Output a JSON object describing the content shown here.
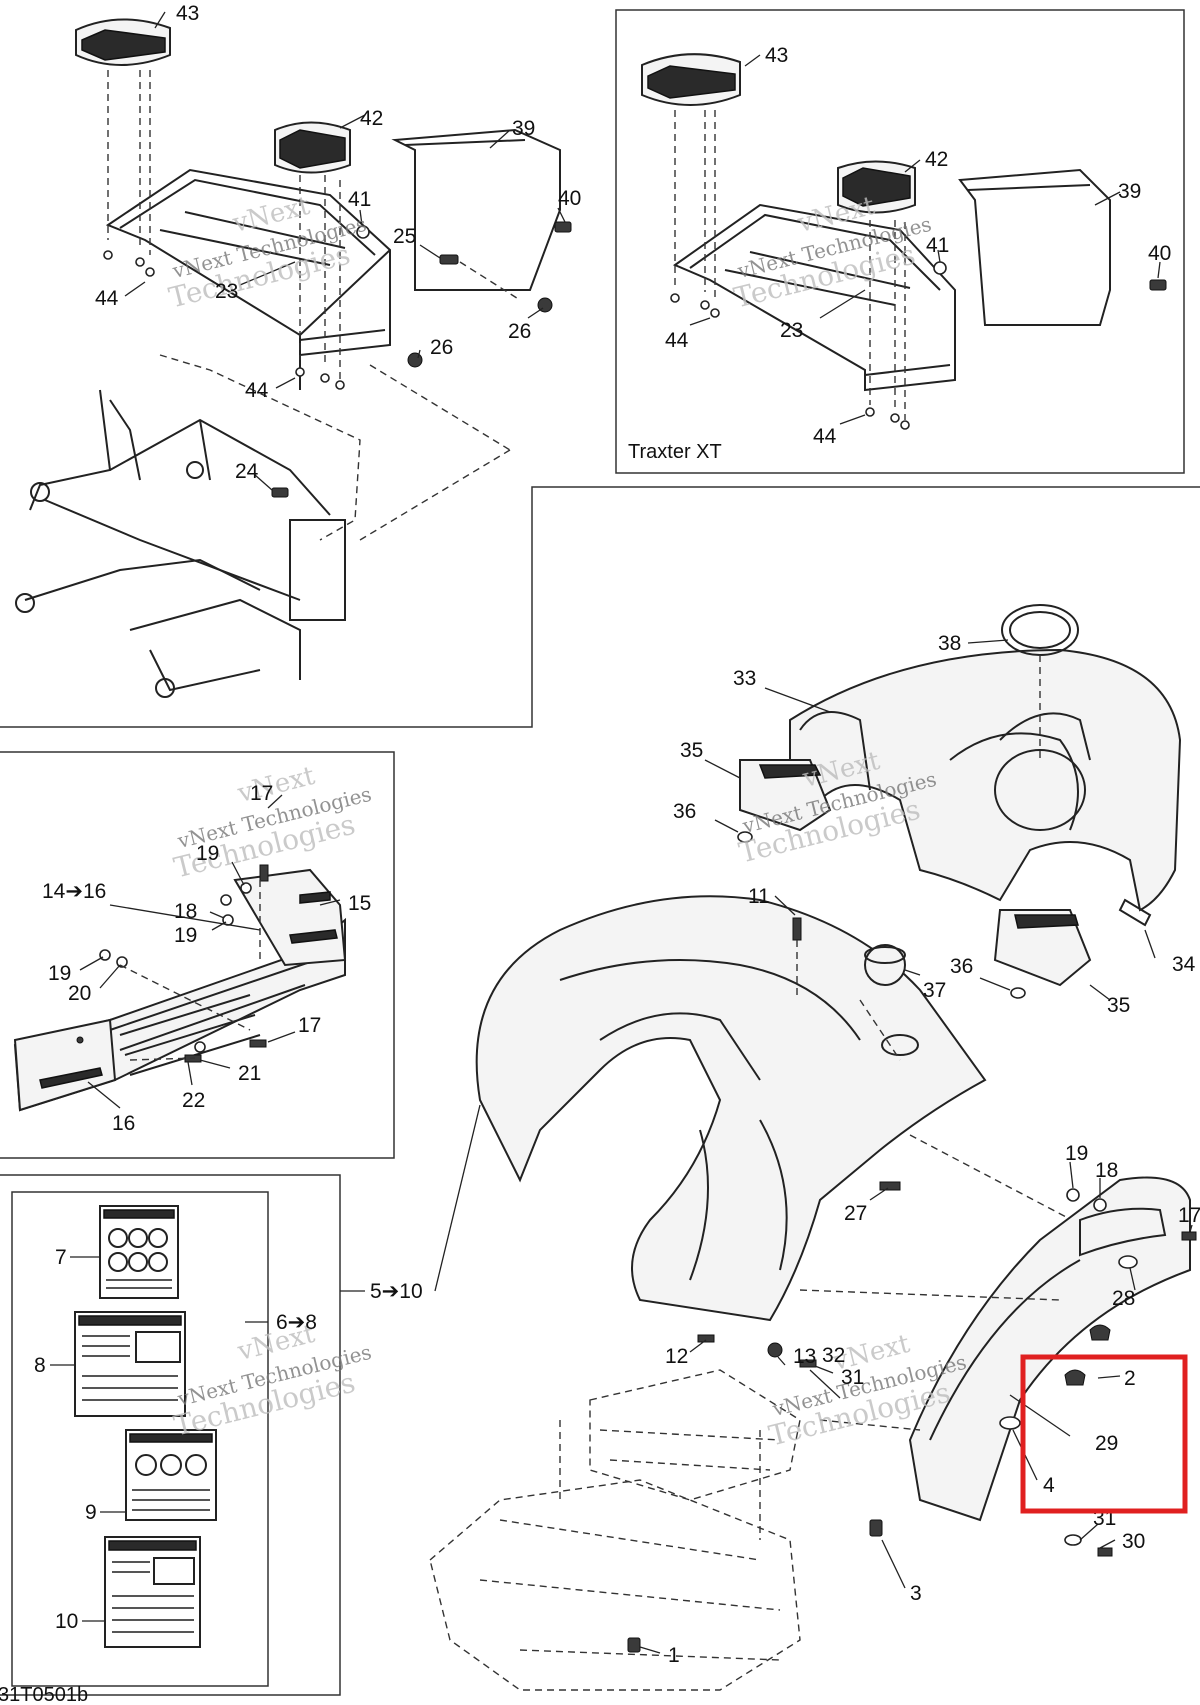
{
  "callouts": {
    "c43a": "43",
    "c42a": "42",
    "c39a": "39",
    "c40a": "40",
    "c41a": "41",
    "c25": "25",
    "c23a": "23",
    "c44a": "44",
    "c26a": "26",
    "c26b": "26",
    "c44b": "44",
    "c24": "24",
    "c43b": "43",
    "c42b": "42",
    "c39b": "39",
    "c41b": "41",
    "c40b": "40",
    "c44c": "44",
    "c23b": "23",
    "c44d": "44",
    "c38": "38",
    "c33": "33",
    "c35a": "35",
    "c36a": "36",
    "c11": "11",
    "c37": "37",
    "c36b": "36",
    "c35b": "35",
    "c34": "34",
    "c17a": "17",
    "c19a": "19",
    "c14_16": "14➔16",
    "c15": "15",
    "c18a": "18",
    "c19b": "19",
    "c19c": "19",
    "c20": "20",
    "c17b": "17",
    "c21": "21",
    "c22": "22",
    "c16": "16",
    "c27": "27",
    "c19d": "19",
    "c18b": "18",
    "c17c": "17",
    "c28": "28",
    "c2": "2",
    "c29": "29",
    "c4": "4",
    "c31a": "31",
    "c30": "30",
    "c3": "3",
    "c12": "12",
    "c13": "13",
    "c32": "32",
    "c31b": "31",
    "c1": "1",
    "c7": "7",
    "c8": "8",
    "c9": "9",
    "c10": "10",
    "c5_10": "5➔10",
    "c6_8": "6➔8"
  },
  "inset_title": "Traxter XT",
  "figure_code": "31T0501b",
  "watermark": {
    "line1": "vNext",
    "line2": "vNext Technologies",
    "line3": "Technologies"
  },
  "highlight_color": "#e02020"
}
